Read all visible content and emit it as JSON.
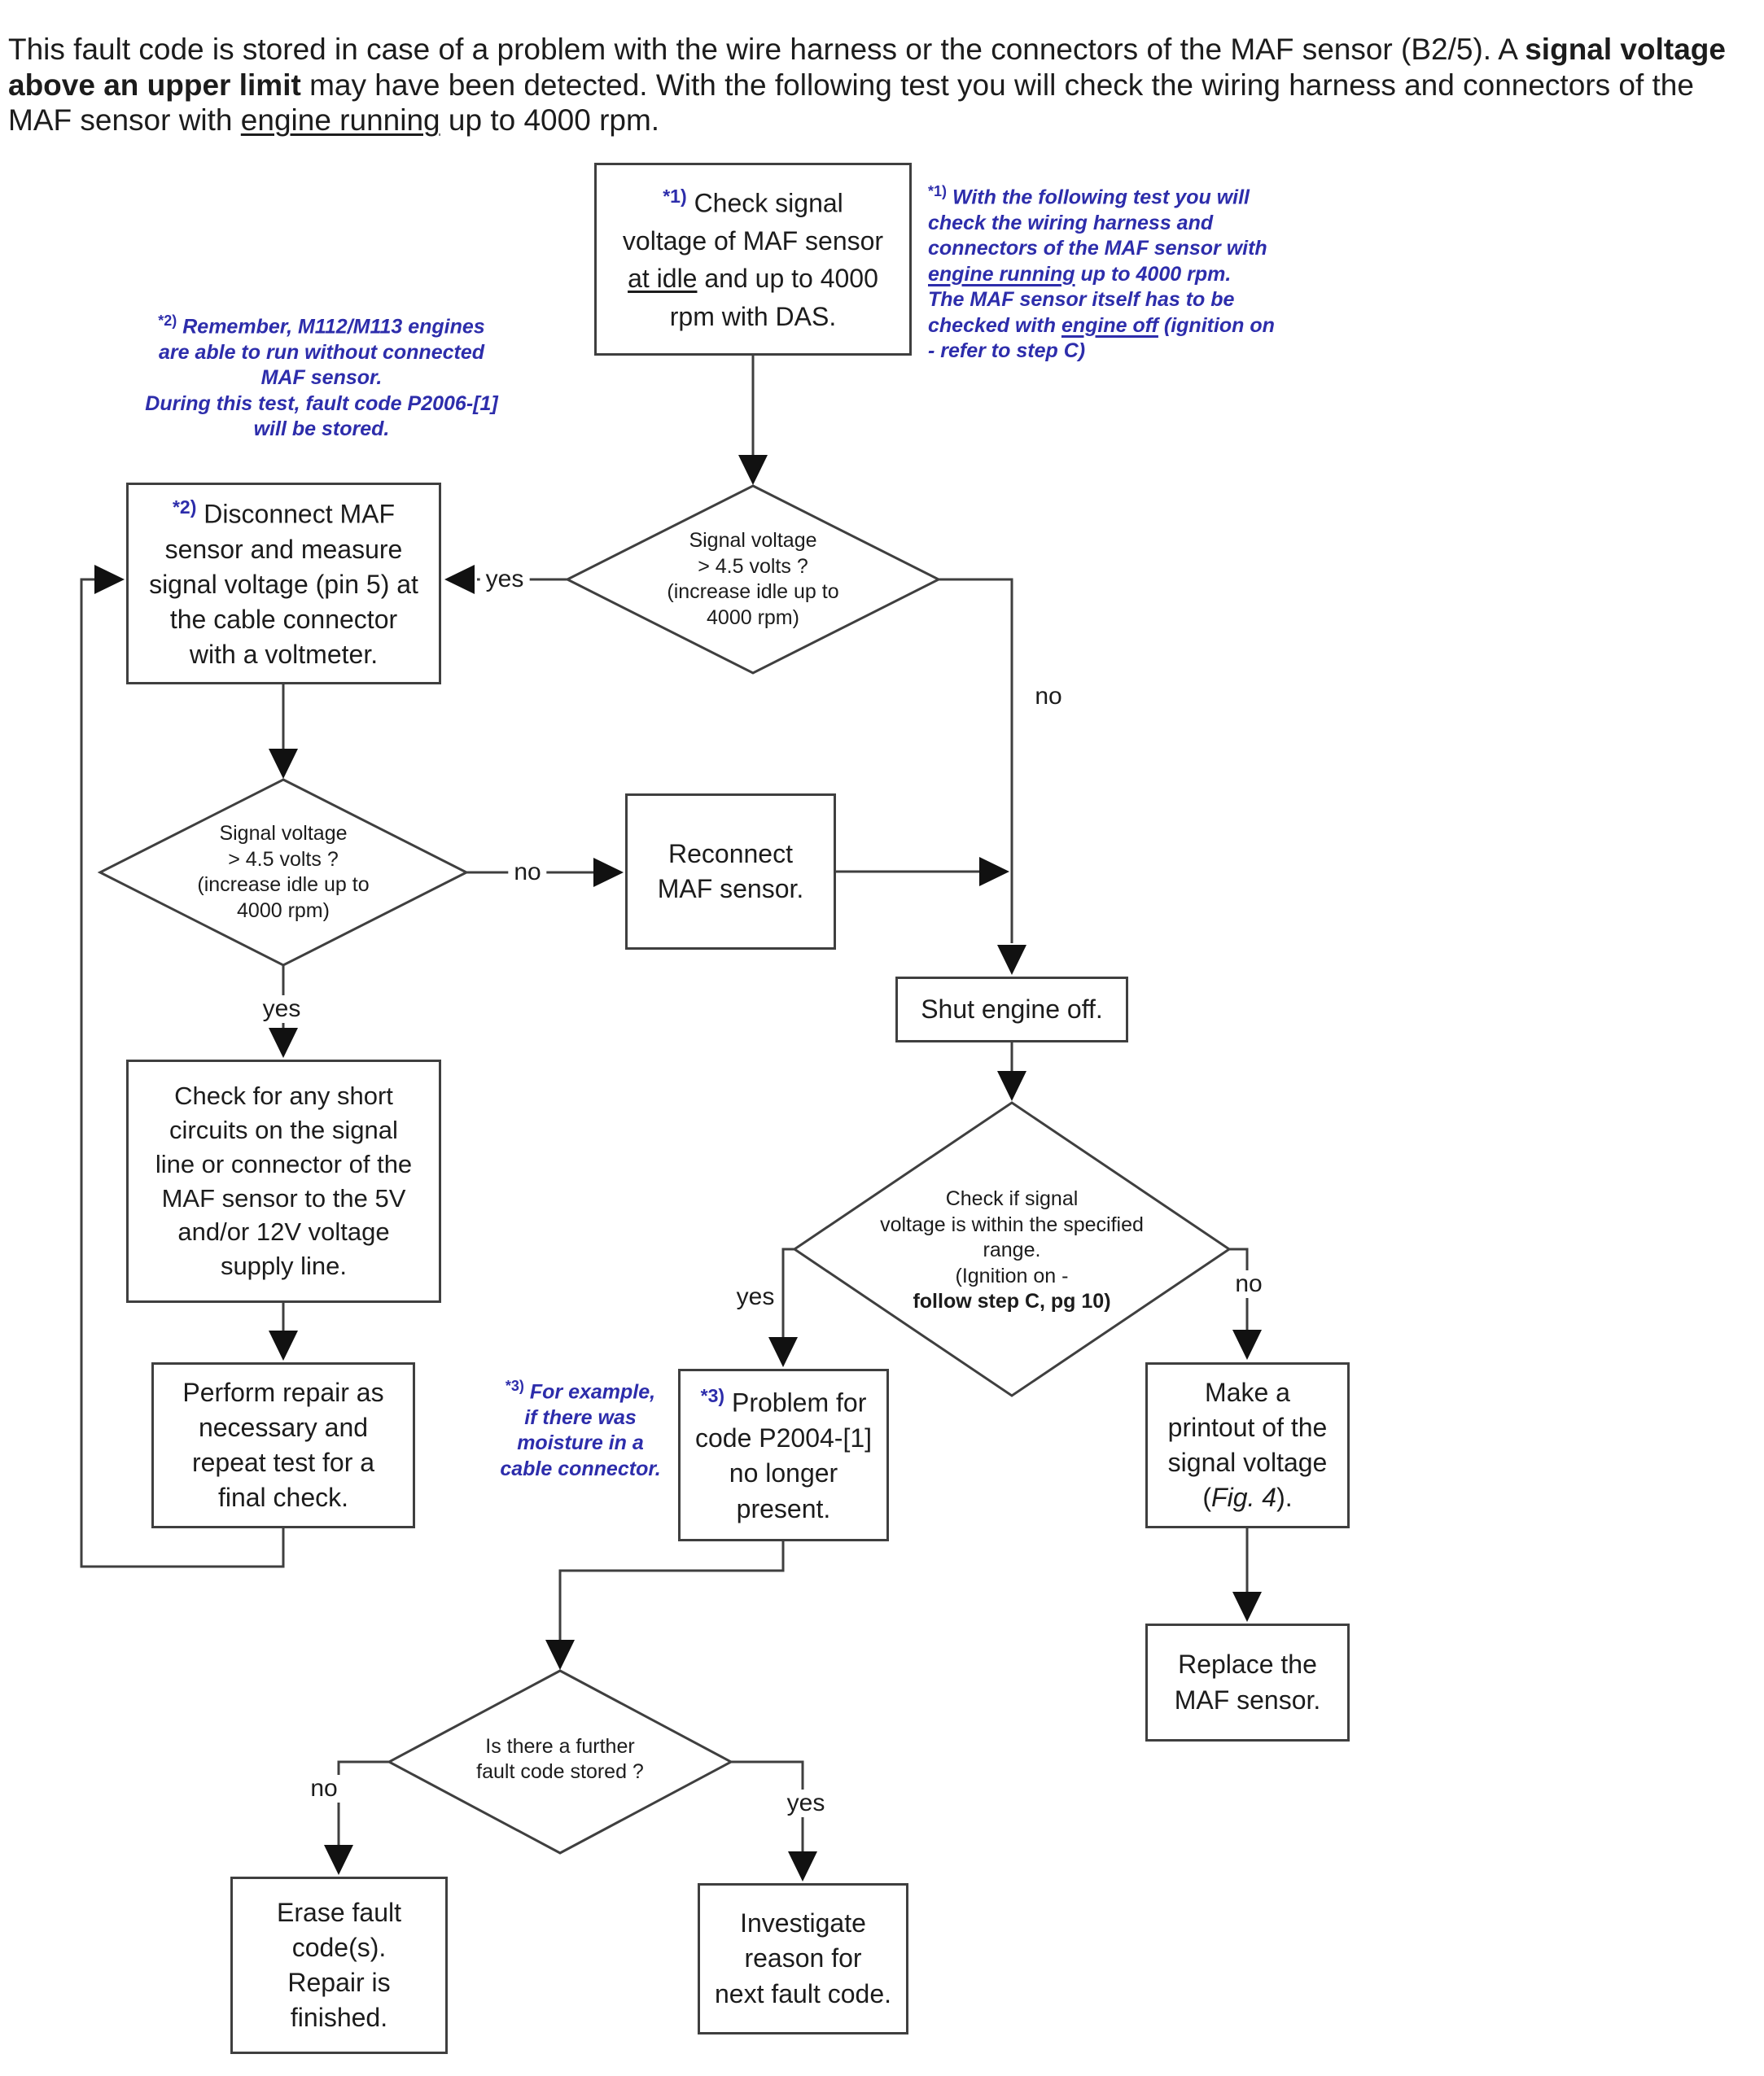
{
  "intro": {
    "t1": "This fault code is stored in case of a problem with the wire harness or the connectors of the  MAF sensor (B2/5). A ",
    "b1": "signal voltage above an upper limit",
    "t2": " may have been detected. With the following test you will check the wiring harness and connectors of the  MAF sensor with ",
    "u1": "engine running",
    "t3": " up to 4000 rpm."
  },
  "notes": {
    "note1": {
      "marker": "*1)",
      "l1": "With the following test you will",
      "l2": "check the wiring harness and",
      "l3": "connectors of the  MAF sensor with",
      "l4u": "engine running",
      "l4b": " up to 4000 rpm.",
      "l5": "The  MAF sensor itself has to be",
      "l6a": "checked with ",
      "l6u": "engine off",
      "l6b": " (ignition on",
      "l7": "- refer to step C)"
    },
    "note2": {
      "marker": "*2)",
      "l1": "Remember, M112/M113 engines",
      "rest": [
        "are able to run without connected",
        "MAF sensor.",
        "During this test, fault code P2006-[1]",
        "will be stored."
      ]
    },
    "note3": {
      "marker": "*3)",
      "l1": "For example,",
      "rest": [
        "if there was",
        "moisture in a",
        "cable connector."
      ]
    }
  },
  "nodes": {
    "check_signal": {
      "marker": "*1)",
      "l1": "Check signal",
      "l2": "voltage of  MAF sensor",
      "l3u": "at idle",
      "l3b": " and up to 4000",
      "l4": "rpm with DAS."
    },
    "disconnect": {
      "marker": "*2)",
      "l1": "Disconnect  MAF",
      "rest": [
        "sensor and measure",
        "signal voltage (pin 5) at",
        "the cable connector",
        "with a voltmeter."
      ]
    },
    "diamond_signal_1": {
      "lines": [
        "Signal voltage",
        "> 4.5 volts ?",
        "(increase idle up to",
        "4000 rpm)"
      ]
    },
    "diamond_signal_2": {
      "lines": [
        "Signal voltage",
        "> 4.5 volts ?",
        "(increase idle up to",
        "4000 rpm)"
      ]
    },
    "reconnect": {
      "lines": [
        "Reconnect",
        "MAF sensor."
      ]
    },
    "shut_engine": {
      "text": "Shut engine off."
    },
    "diamond_range": {
      "lines": [
        "Check if signal",
        "voltage is within the specified",
        "range.",
        "(Ignition on -"
      ],
      "bold_line": "follow step C, pg 10)"
    },
    "short_circuits": {
      "lines": [
        "Check for any short",
        "circuits on the signal",
        "line or connector of the",
        "MAF sensor to the 5V",
        "and/or 12V voltage",
        "supply line."
      ]
    },
    "perform_repair": {
      "lines": [
        "Perform repair as",
        "necessary and",
        "repeat test  for a",
        "final check."
      ]
    },
    "problem_gone": {
      "marker": "*3)",
      "l1": "Problem for",
      "rest": [
        "code P2004-[1]",
        "no longer",
        "present."
      ]
    },
    "printout": {
      "l1": "Make a",
      "l2": "printout of the",
      "l3": "signal voltage",
      "l4a": "(",
      "l4i": "Fig. 4",
      "l4b": ")."
    },
    "replace": {
      "lines": [
        "Replace the",
        "MAF sensor."
      ]
    },
    "diamond_further": {
      "lines": [
        "Is there a further",
        "fault code stored ?"
      ]
    },
    "erase": {
      "lines": [
        "Erase fault",
        "code(s).",
        "Repair is",
        "finished."
      ]
    },
    "investigate": {
      "lines": [
        "Investigate",
        "reason for",
        "next fault code."
      ]
    }
  },
  "labels": {
    "d1_yes": "yes",
    "d1_no": "no",
    "d2_no": "no",
    "d2_yes": "yes",
    "d3_yes": "yes",
    "d3_no": "no",
    "d4_no": "no",
    "d4_yes": "yes"
  },
  "colors": {
    "note_blue": "#2d2dab",
    "text": "#1c1c1c",
    "line": "#3f3f3f",
    "arrow": "#111111"
  }
}
